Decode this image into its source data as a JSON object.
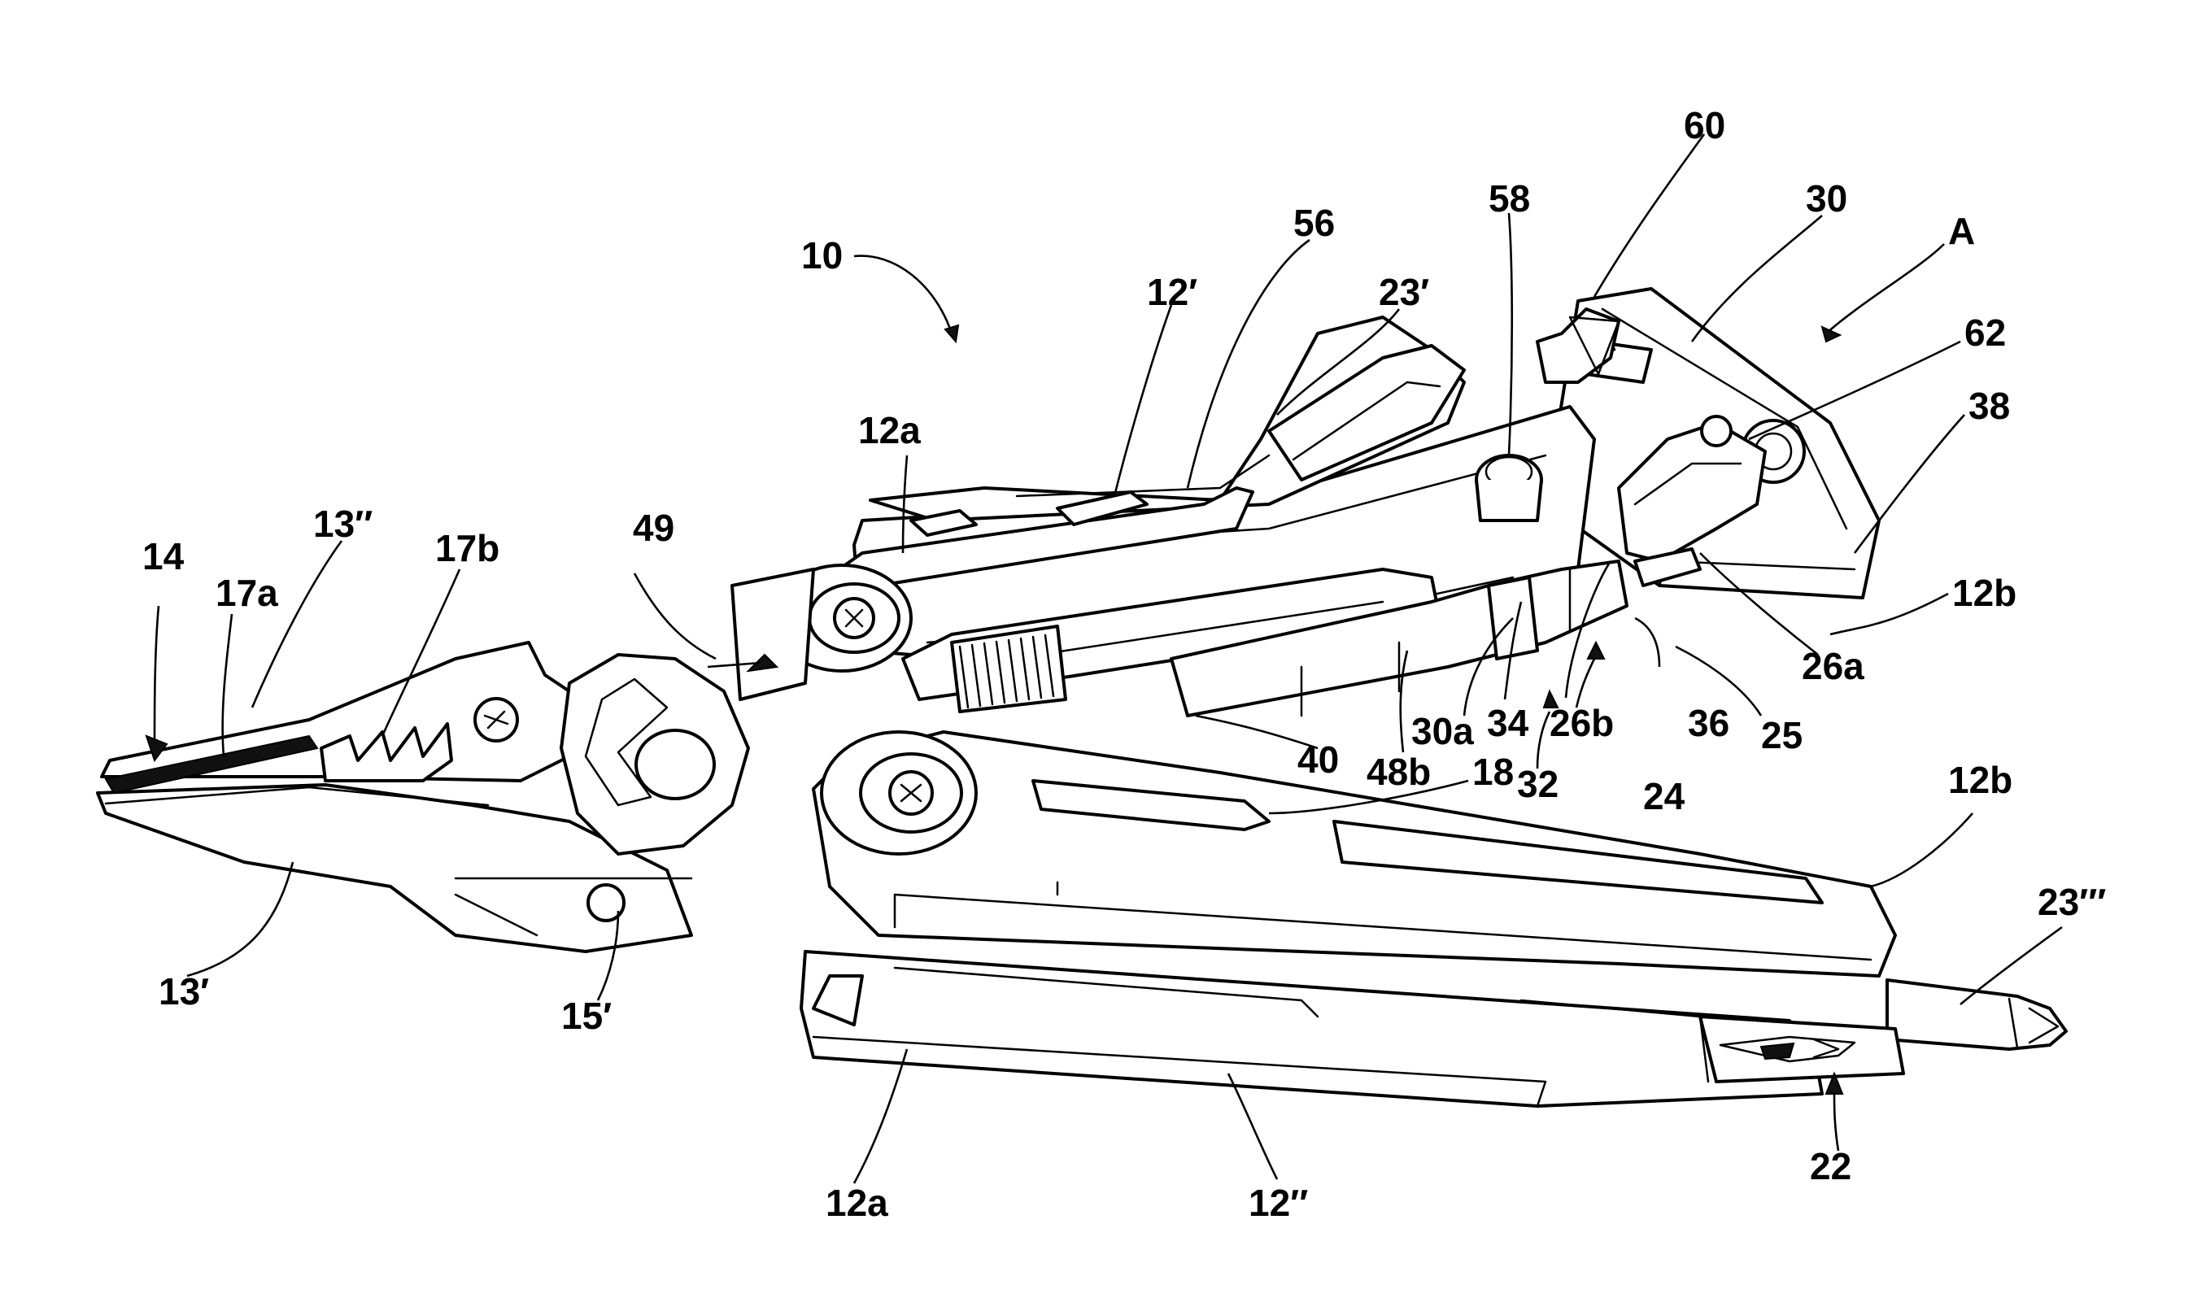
{
  "figure": {
    "labels": {
      "l10": "10",
      "lA": "A",
      "l60": "60",
      "l30": "30",
      "l58": "58",
      "l56": "56",
      "l12p": "12′",
      "l23p": "23′",
      "l62": "62",
      "l38": "38",
      "l12a_top": "12a",
      "l49": "49",
      "l13pp": "13′′",
      "l17b": "17b",
      "l14": "14",
      "l17a": "17a",
      "l12b_top": "12b",
      "l26a": "26a",
      "l25": "25",
      "l36": "36",
      "l24": "24",
      "l26b": "26b",
      "l34": "34",
      "l30a": "30a",
      "l32": "32",
      "l48b": "48b",
      "l40": "40",
      "l18": "18",
      "l12b_right": "12b",
      "l23ppp": "23′′′",
      "l13p": "13′",
      "l15p": "15′",
      "l12a_bottom": "12a",
      "l12pp": "12′′",
      "l22": "22"
    }
  }
}
